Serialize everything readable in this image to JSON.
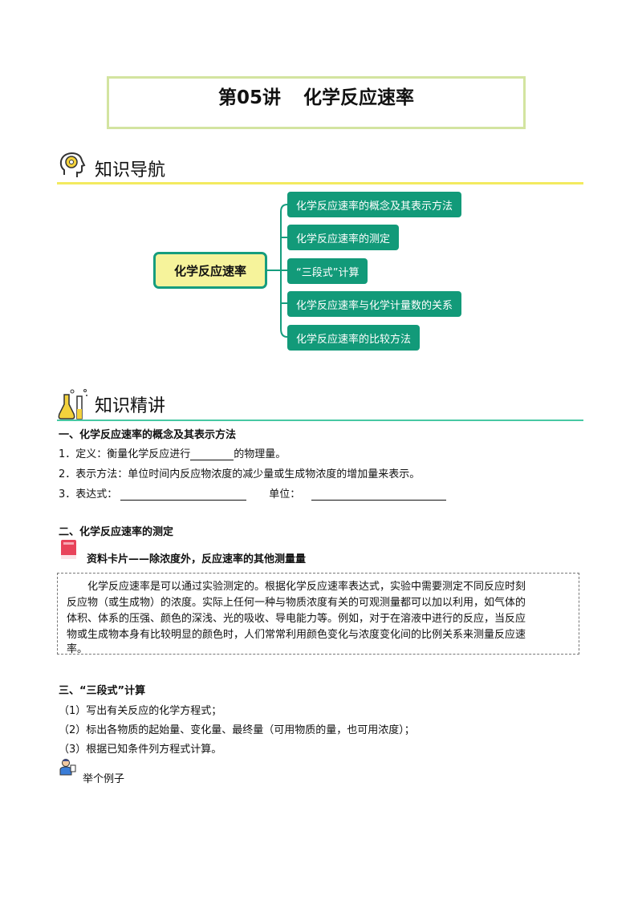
{
  "title": {
    "part1": "第05讲",
    "part2": "化学反应速率"
  },
  "nav_section": {
    "title": "知识导航"
  },
  "mindmap": {
    "center": "化学反应速率",
    "leaves": [
      "化学反应速率的概念及其表示方法",
      "化学反应速率的测定",
      "“三段式”计算",
      "化学反应速率与化学计量数的关系",
      "化学反应速率的比较方法"
    ]
  },
  "lecture_section": {
    "title": "知识精讲"
  },
  "part1": {
    "heading": "一、化学反应速率的概念及其表示方法",
    "item1_prefix": "1．定义：衡量化学反应进行",
    "item1_suffix": "的物理量。",
    "item2": "2．表示方法：单位时间内反应物浓度的减少量或生成物浓度的增加量来表示。",
    "item3_label": "3．表达式：",
    "item3_unit_label": "单位："
  },
  "part2": {
    "heading": "二、化学反应速率的测定",
    "card_title": "资料卡片——除浓度外，反应速率的其他测量量",
    "card_lines": [
      "化学反应速率是可以通过实验测定的。根据化学反应速率表达式，实验中需要测定不同反应时刻",
      "反应物（或生成物）的浓度。实际上任何一种与物质浓度有关的可观测量都可以加以利用，如气体的",
      "体积、体系的压强、颜色的深浅、光的吸收、导电能力等。例如，对于在溶液中进行的反应，当反应",
      "物或生成物本身有比较明显的颜色时，人们常常利用颜色变化与浓度变化间的比例关系来测量反应速",
      "率。"
    ]
  },
  "part3": {
    "heading": "三、“三段式”计算",
    "steps": [
      "（1）写出有关反应的化学方程式；",
      "（2）标出各物质的起始量、变化量、最终量（可用物质的量，也可用浓度）；",
      "（3）根据已知条件列方程式计算。"
    ],
    "example_label": "举个例子"
  },
  "colors": {
    "accent_green": "#129a79",
    "center_fill": "#f6f39b",
    "title_border": "#d3e4a0",
    "nav_rule": "#f3ea5f",
    "lecture_rule": "#47c8a3"
  },
  "icons": [
    "head-gear-icon",
    "lab-flask-icon",
    "book-card-icon",
    "teacher-icon"
  ]
}
